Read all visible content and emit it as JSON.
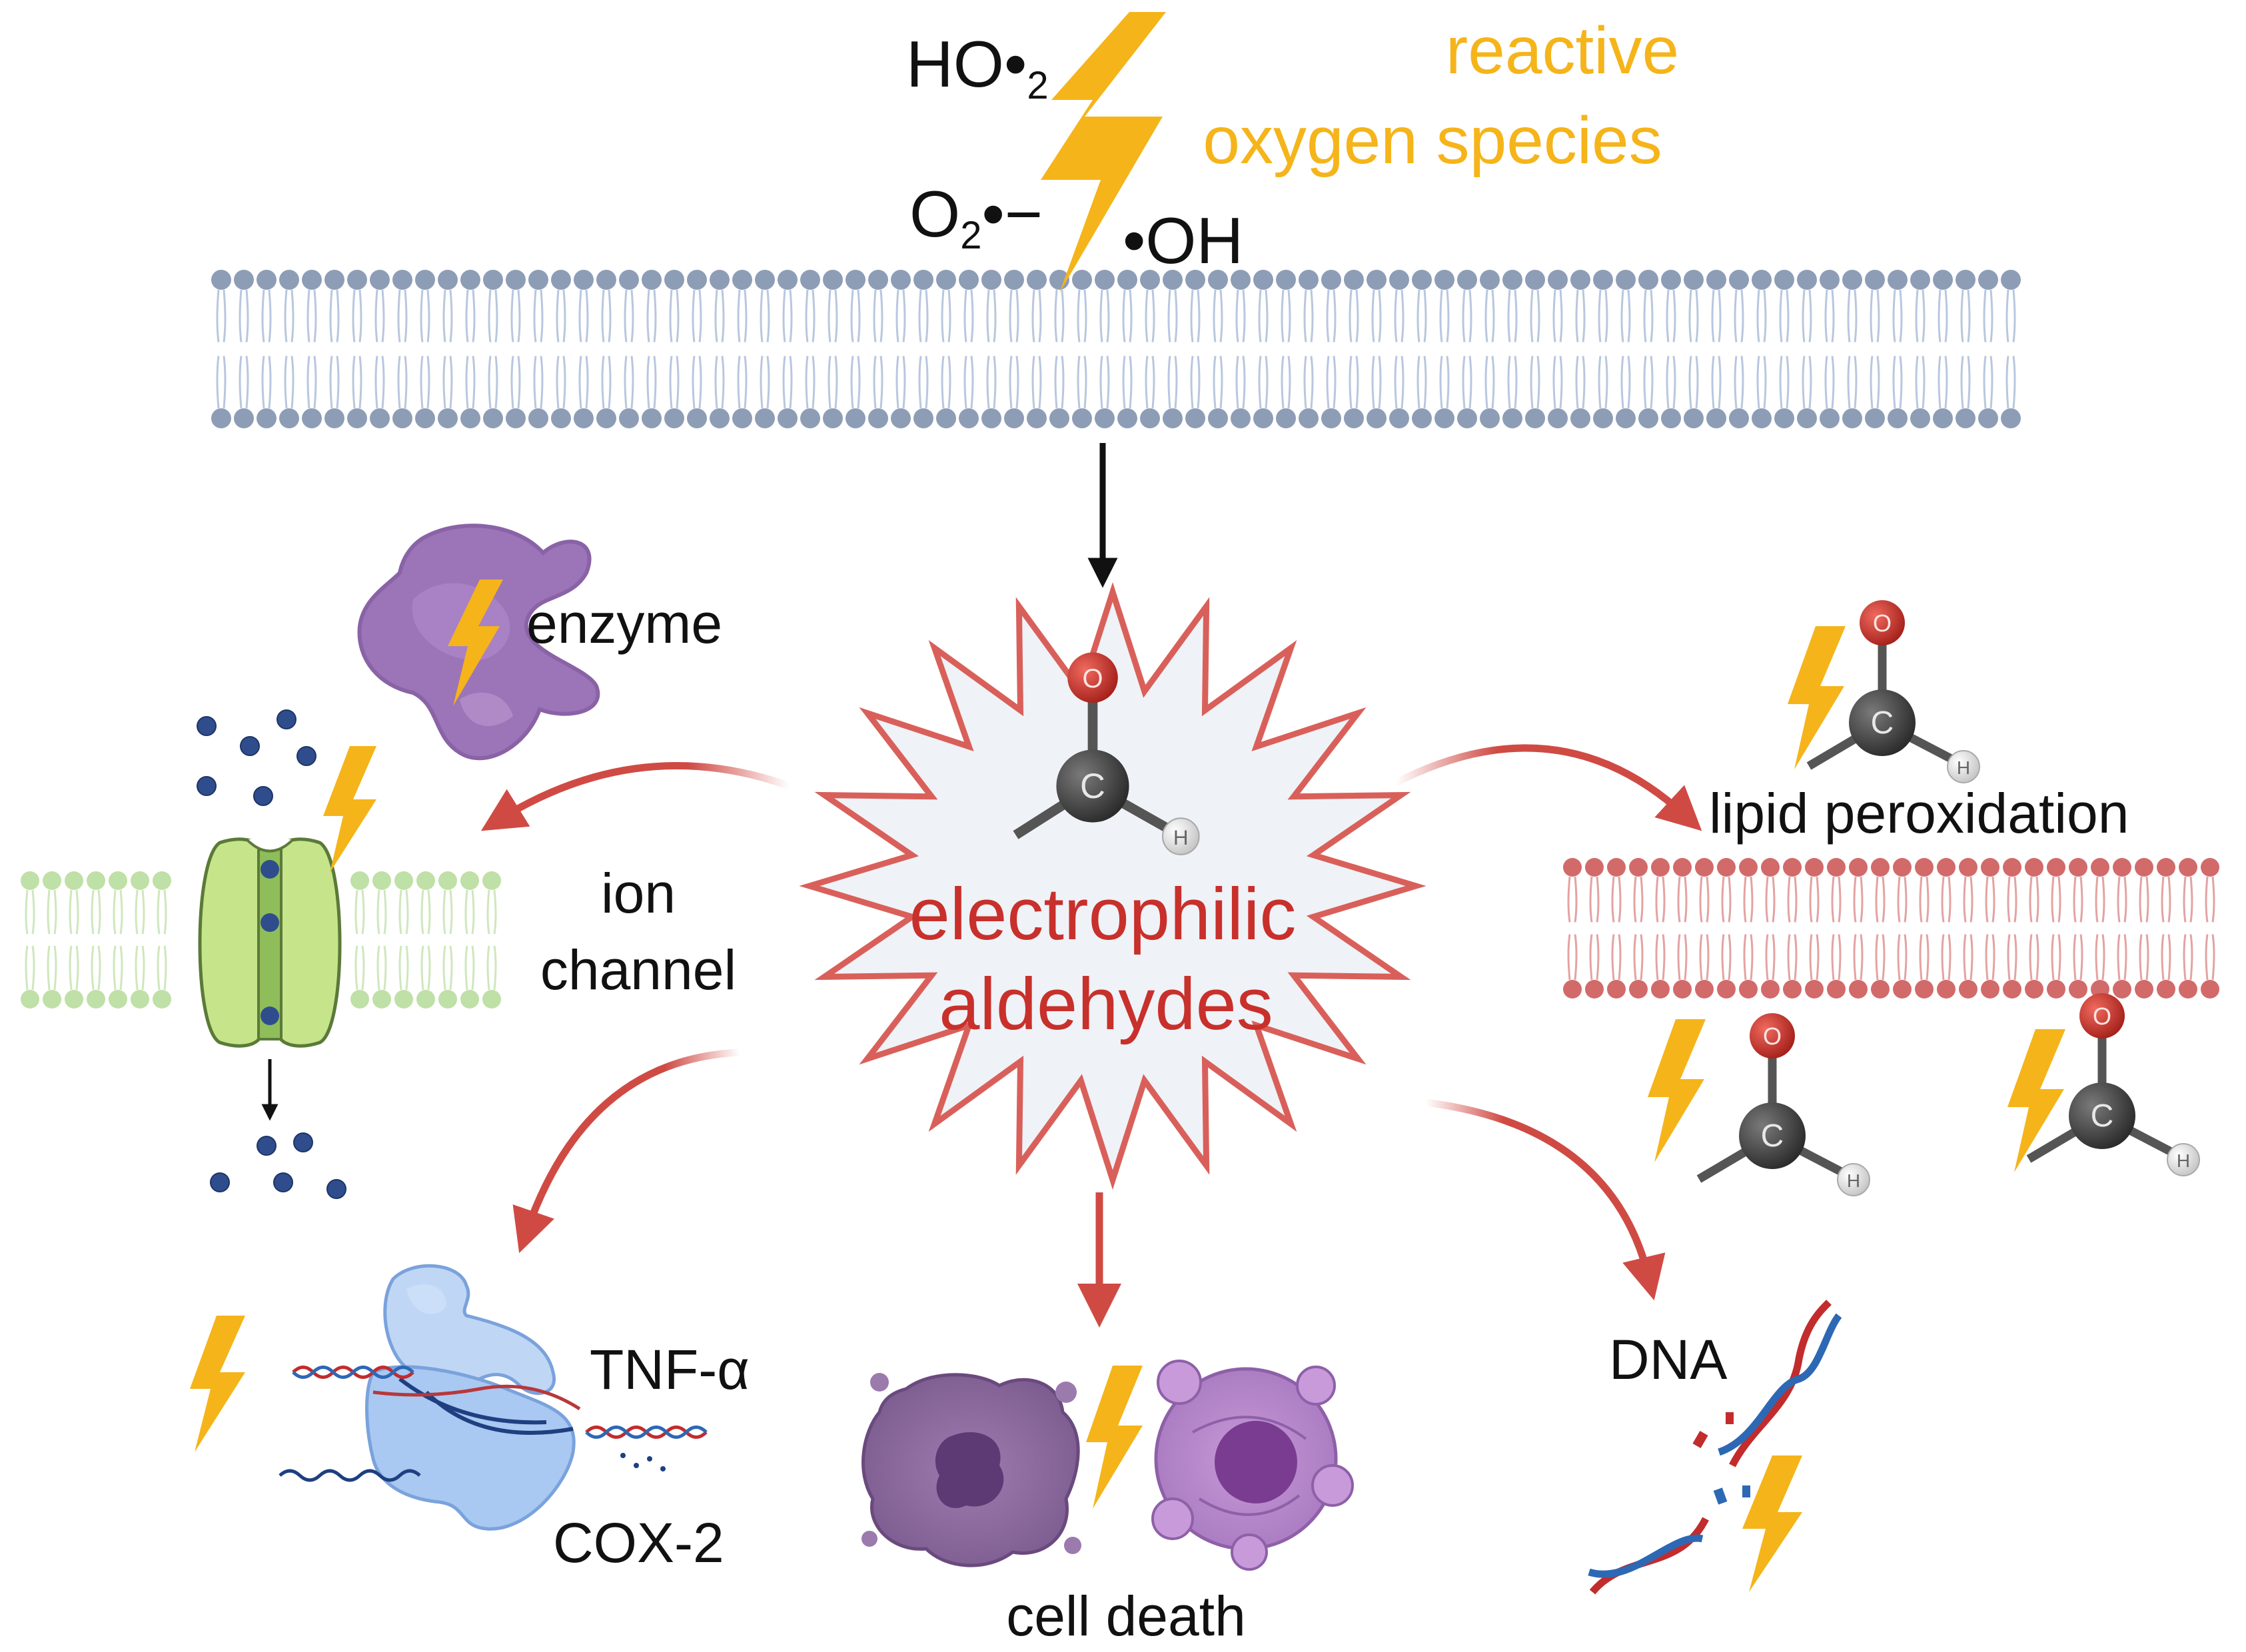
{
  "ros": {
    "title_line1": "reactive",
    "title_line2": "oxygen species",
    "species": {
      "hydroperoxyl": {
        "main": "HO•",
        "sub": "2"
      },
      "superoxide": {
        "main": "O",
        "sub": "2",
        "tail": "•−"
      },
      "hydroxyl": "•OH"
    }
  },
  "center": {
    "line1": "electrophilic",
    "line2": "aldehydes"
  },
  "molecule": {
    "o": "O",
    "c": "C",
    "h": "H"
  },
  "targets": {
    "enzyme": "enzyme",
    "ion_channel_line1": "ion",
    "ion_channel_line2": "channel",
    "lipid": "lipid peroxidation",
    "tnf": "TNF-α",
    "cox": "COX-2",
    "cell_death": "cell death",
    "dna": "DNA"
  },
  "colors": {
    "ros": "#f5b41a",
    "bolt": "#f5b41a",
    "aldehyde": "#c8302b",
    "arrow": "#d04a44",
    "membrane_blue": "#8e9db6",
    "membrane_green": "#bfe0a6",
    "membrane_red": "#d26a6a",
    "enzyme": "#9c74b8",
    "ion": "#2f4d8c"
  }
}
